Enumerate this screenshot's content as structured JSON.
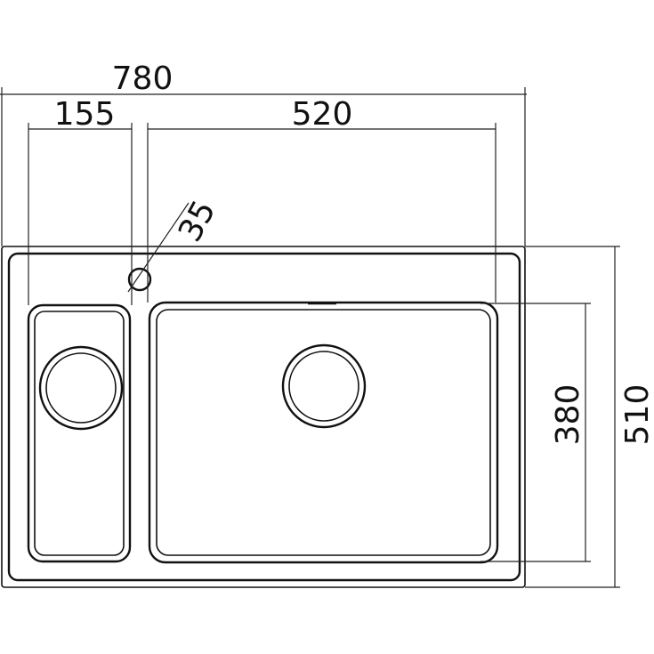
{
  "dimensions": {
    "overall_width": "780",
    "small_bowl_width": "155",
    "large_bowl_width": "520",
    "tap_hole_diameter": "35",
    "bowl_depth": "380",
    "overall_depth": "510"
  },
  "colors": {
    "line": "#111111",
    "background": "#ffffff"
  }
}
